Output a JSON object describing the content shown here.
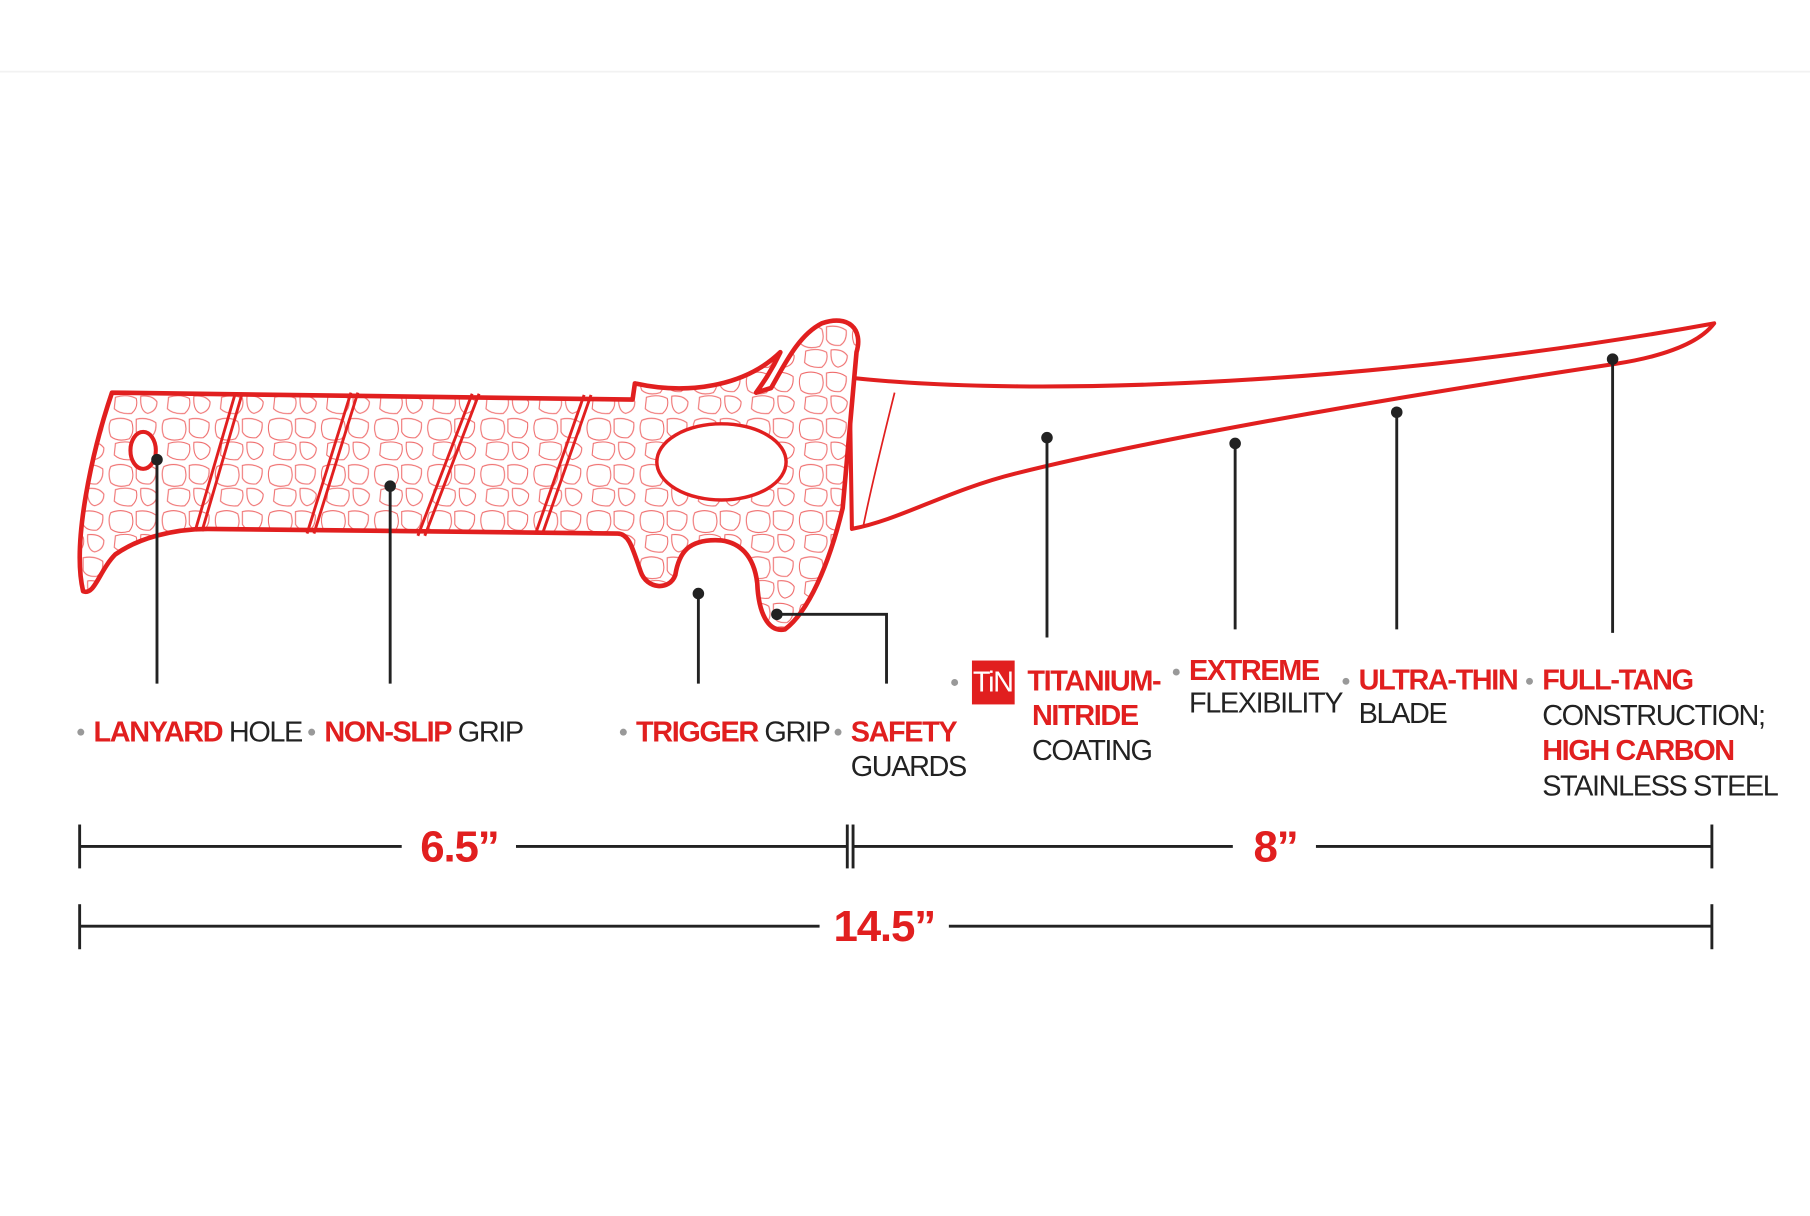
{
  "colors": {
    "accent": "#e11f1f",
    "text": "#222222",
    "bullet": "#999999"
  },
  "callouts": {
    "lanyard": {
      "red": "LANYARD",
      "black": "HOLE"
    },
    "nonslip": {
      "red": "NON-SLIP",
      "black": "GRIP"
    },
    "trigger": {
      "red": "TRIGGER",
      "black": "GRIP"
    },
    "safety": {
      "red": "SAFETY",
      "black": "GUARDS"
    },
    "tin": {
      "badge": "TiN",
      "red1": "TITANIUM-",
      "red2": "NITRIDE",
      "black": "COATING"
    },
    "extreme": {
      "red": "EXTREME",
      "black": "FLEXIBILITY"
    },
    "ultrathin": {
      "red": "ULTRA-THIN",
      "black": "BLADE"
    },
    "fulltang": {
      "red1": "FULL-TANG",
      "black1": "CONSTRUCTION;",
      "red2": "HIGH CARBON",
      "black2": "STAINLESS STEEL"
    }
  },
  "dimensions": {
    "handle": "6.5”",
    "blade": "8”",
    "total": "14.5”"
  }
}
